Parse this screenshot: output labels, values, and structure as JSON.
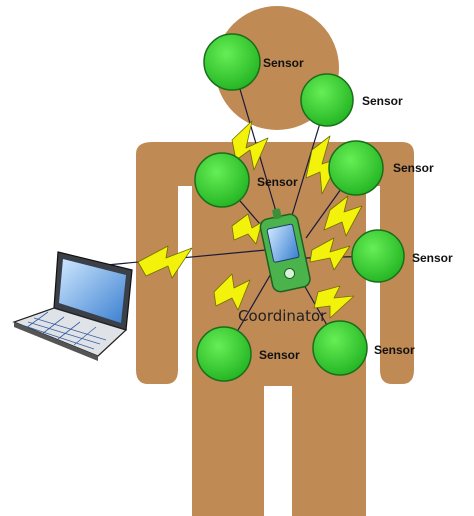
{
  "diagram": {
    "sensor_label": "Sensor",
    "coordinator_label": "Coordinator",
    "sensors": [
      {
        "id": "head-left",
        "label": "Sensor"
      },
      {
        "id": "head-right",
        "label": "Sensor"
      },
      {
        "id": "chest-left",
        "label": "Sensor"
      },
      {
        "id": "shoulder-right",
        "label": "Sensor"
      },
      {
        "id": "arm-right",
        "label": "Sensor"
      },
      {
        "id": "hip-left",
        "label": "Sensor"
      },
      {
        "id": "hip-right",
        "label": "Sensor"
      }
    ],
    "colors": {
      "sensor_fill": "#33cc33",
      "sensor_stroke": "#1a6e1a",
      "body_top": "#3e86c8",
      "body_bottom": "#c08a55",
      "bolt_fill": "#f2f20a",
      "link_line": "#1a1a3a",
      "device_green": "#4bb34b"
    }
  }
}
